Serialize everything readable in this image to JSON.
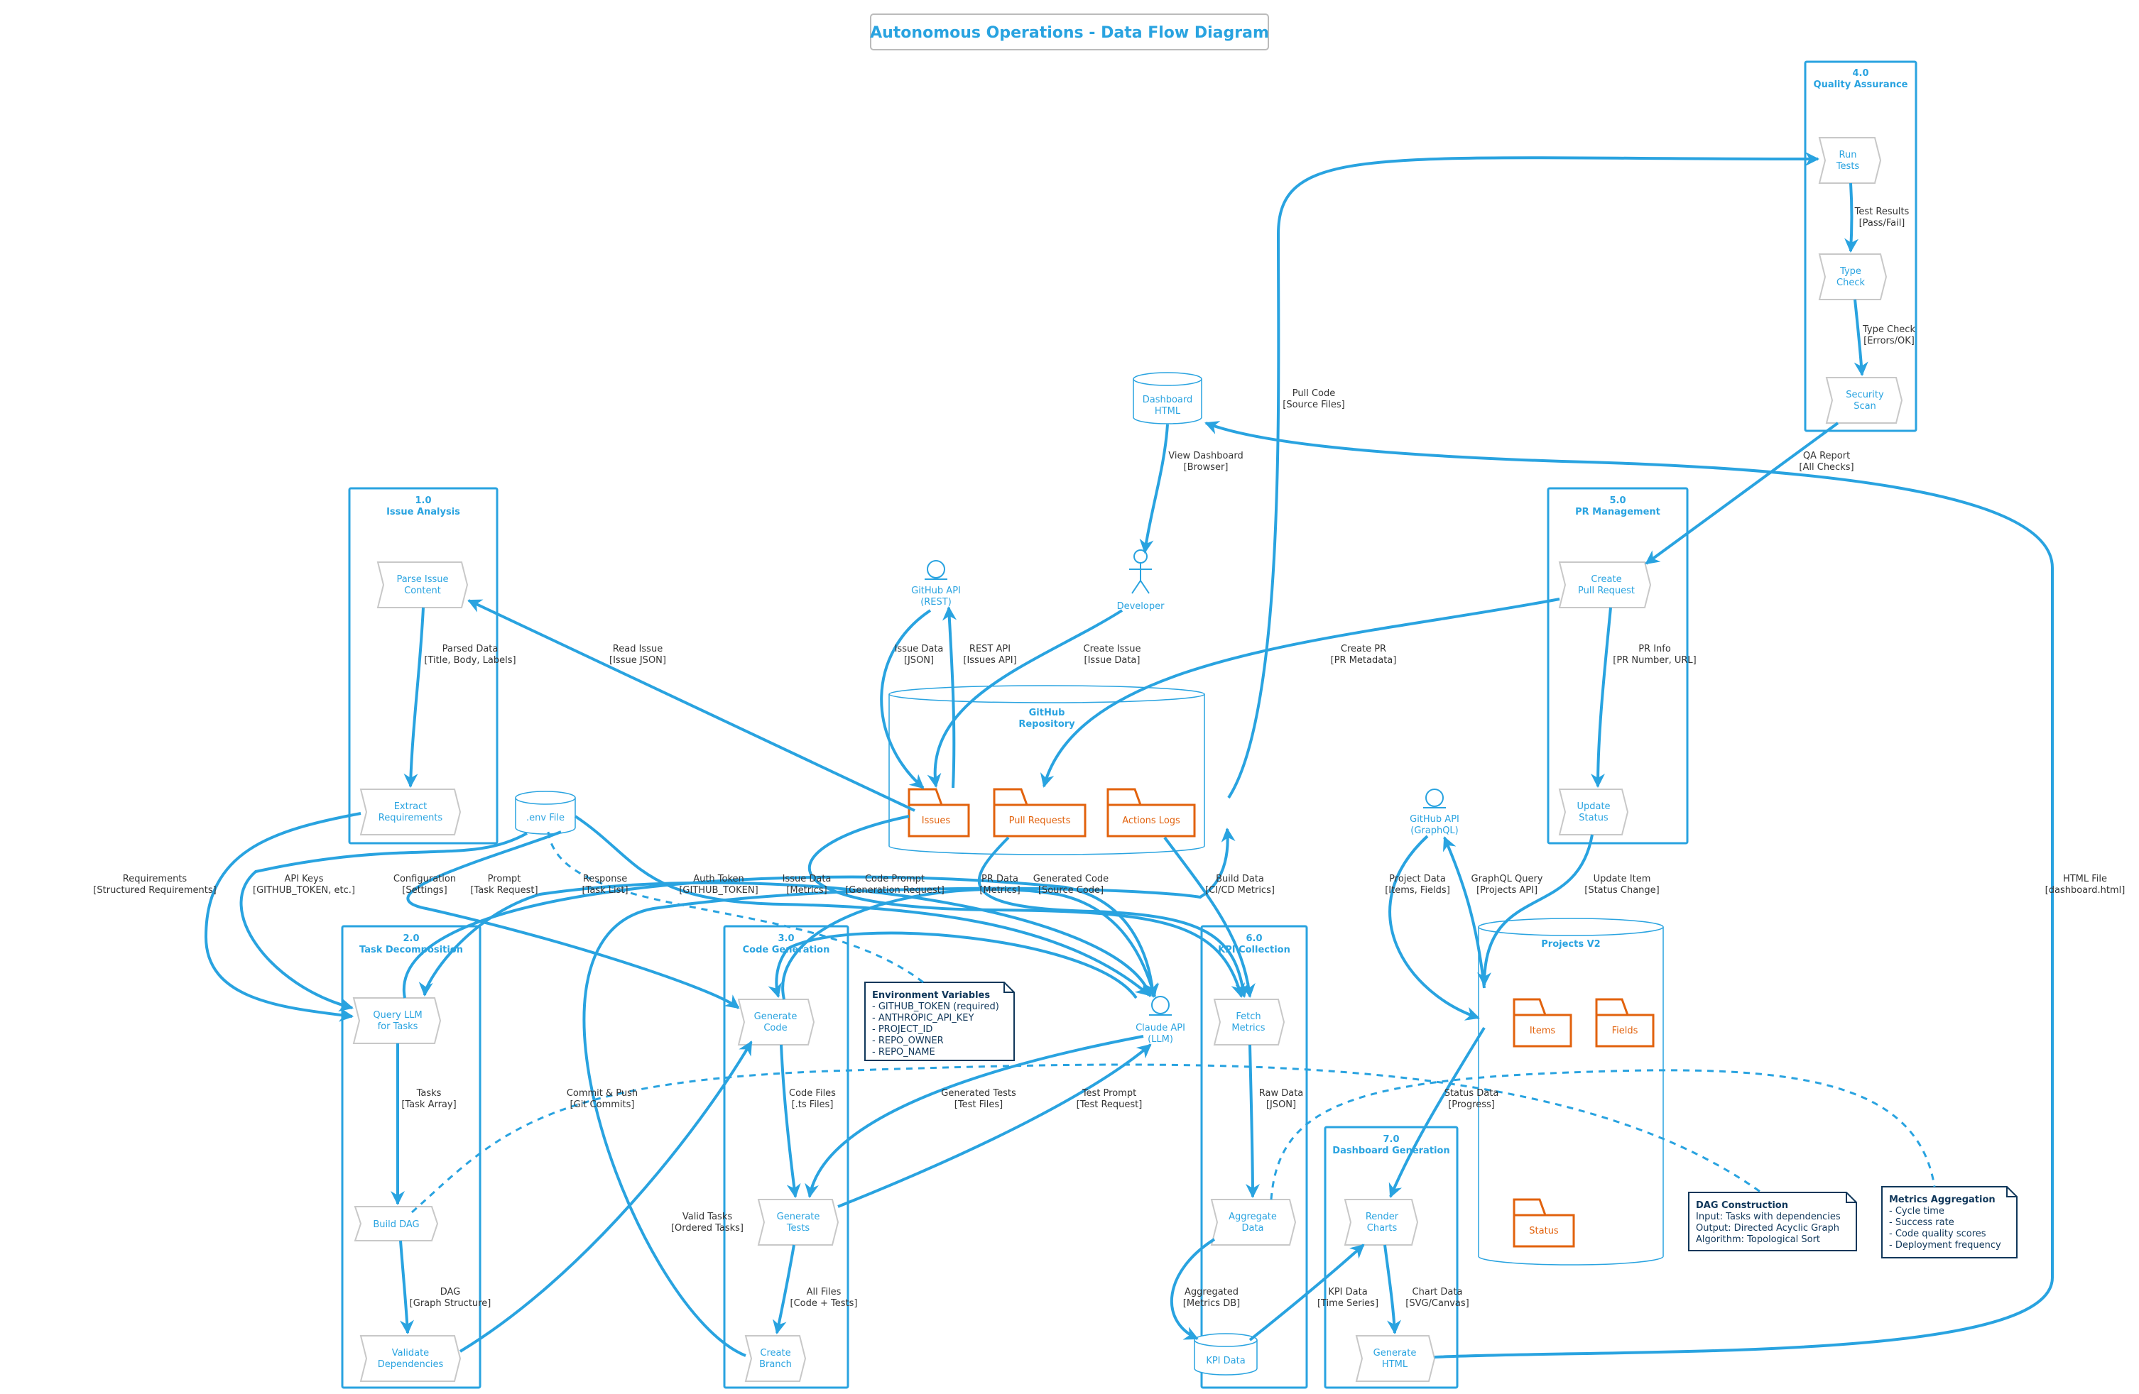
{
  "title": "Autonomous Operations - Data Flow Diagram",
  "groups": {
    "g1": [
      "1.0",
      "Issue Analysis"
    ],
    "g2": [
      "2.0",
      "Task Decomposition"
    ],
    "g3": [
      "3.0",
      "Code Generation"
    ],
    "g4": [
      "4.0",
      "Quality Assurance"
    ],
    "g5": [
      "5.0",
      "PR Management"
    ],
    "g6": [
      "6.0",
      "KPI Collection"
    ],
    "g7": [
      "7.0",
      "Dashboard Generation"
    ]
  },
  "processes": {
    "parse": [
      "Parse Issue",
      "Content"
    ],
    "extract": [
      "Extract",
      "Requirements"
    ],
    "query": [
      "Query LLM",
      "for Tasks"
    ],
    "dag": [
      "Build DAG"
    ],
    "validate": [
      "Validate",
      "Dependencies"
    ],
    "gencode": [
      "Generate",
      "Code"
    ],
    "gentests": [
      "Generate",
      "Tests"
    ],
    "branch": [
      "Create",
      "Branch"
    ],
    "runtests": [
      "Run",
      "Tests"
    ],
    "typecheck": [
      "Type",
      "Check"
    ],
    "security": [
      "Security",
      "Scan"
    ],
    "createpr": [
      "Create",
      "Pull Request"
    ],
    "updstatus": [
      "Update",
      "Status"
    ],
    "fetch": [
      "Fetch",
      "Metrics"
    ],
    "aggregate": [
      "Aggregate",
      "Data"
    ],
    "render": [
      "Render",
      "Charts"
    ],
    "genhtml": [
      "Generate",
      "HTML"
    ]
  },
  "stores": {
    "github_repo": [
      "GitHub",
      "Repository"
    ],
    "projects_v2": [
      "Projects V2"
    ],
    "env_file": [
      ".env File"
    ],
    "dashboard_html": [
      "Dashboard",
      "HTML"
    ],
    "kpi_data": [
      "KPI Data"
    ]
  },
  "folders": {
    "issues": "Issues",
    "pull_requests": "Pull Requests",
    "actions_logs": "Actions Logs",
    "items": "Items",
    "fields": "Fields",
    "status": "Status"
  },
  "actors": {
    "github_rest": [
      "GitHub API",
      "(REST)"
    ],
    "developer": [
      "Developer"
    ],
    "claude": [
      "Claude API",
      "(LLM)"
    ],
    "github_graphql": [
      "GitHub API",
      "(GraphQL)"
    ]
  },
  "flows": {
    "f_read_issue": [
      "Read Issue",
      "[Issue JSON]"
    ],
    "f_parsed": [
      "Parsed Data",
      "[Title, Body, Labels]"
    ],
    "f_issue_data_json": [
      "Issue Data",
      "[JSON]"
    ],
    "f_rest_api": [
      "REST API",
      "[Issues API]"
    ],
    "f_create_issue": [
      "Create Issue",
      "[Issue Data]"
    ],
    "f_view_dash": [
      "View Dashboard",
      "[Browser]"
    ],
    "f_pull_code": [
      "Pull Code",
      "[Source Files]"
    ],
    "f_create_pr": [
      "Create PR",
      "[PR Metadata]"
    ],
    "f_pr_info": [
      "PR Info",
      "[PR Number, URL]"
    ],
    "f_qa_report": [
      "QA Report",
      "[All Checks]"
    ],
    "f_test_results": [
      "Test Results",
      "[Pass/Fail]"
    ],
    "f_type_check": [
      "Type Check",
      "[Errors/OK]"
    ],
    "f_requirements": [
      "Requirements",
      "[Structured Requirements]"
    ],
    "f_api_keys": [
      "API Keys",
      "[GITHUB_TOKEN, etc.]"
    ],
    "f_configuration": [
      "Configuration",
      "[Settings]"
    ],
    "f_prompt": [
      "Prompt",
      "[Task Request]"
    ],
    "f_response": [
      "Response",
      "[Task List]"
    ],
    "f_auth_token": [
      "Auth Token",
      "[GITHUB_TOKEN]"
    ],
    "f_issue_metrics": [
      "Issue Data",
      "[Metrics]"
    ],
    "f_code_prompt": [
      "Code Prompt",
      "[Generation Request]"
    ],
    "f_pr_data": [
      "PR Data",
      "[Metrics]"
    ],
    "f_generated_code": [
      "Generated Code",
      "[Source Code]"
    ],
    "f_build_data": [
      "Build Data",
      "[CI/CD Metrics]"
    ],
    "f_project_data": [
      "Project Data",
      "[Items, Fields]"
    ],
    "f_graphql_query": [
      "GraphQL Query",
      "[Projects API]"
    ],
    "f_update_item": [
      "Update Item",
      "[Status Change]"
    ],
    "f_html_file": [
      "HTML File",
      "[dashboard.html]"
    ],
    "f_tasks": [
      "Tasks",
      "[Task Array]"
    ],
    "f_commit": [
      "Commit & Push",
      "[Git Commits]"
    ],
    "f_code_files": [
      "Code Files",
      "[.ts Files]"
    ],
    "f_gen_tests": [
      "Generated Tests",
      "[Test Files]"
    ],
    "f_test_prompt": [
      "Test Prompt",
      "[Test Request]"
    ],
    "f_raw_data": [
      "Raw Data",
      "[JSON]"
    ],
    "f_status_data": [
      "Status Data",
      "[Progress]"
    ],
    "f_valid_tasks": [
      "Valid Tasks",
      "[Ordered Tasks]"
    ],
    "f_dag": [
      "DAG",
      "[Graph Structure]"
    ],
    "f_all_files": [
      "All Files",
      "[Code + Tests]"
    ],
    "f_aggregated": [
      "Aggregated",
      "[Metrics DB]"
    ],
    "f_kpi_ts": [
      "KPI Data",
      "[Time Series]"
    ],
    "f_chart_data": [
      "Chart Data",
      "[SVG/Canvas]"
    ]
  },
  "notes": {
    "env": {
      "title": "Environment Variables",
      "lines": [
        "- GITHUB_TOKEN (required)",
        "- ANTHROPIC_API_KEY",
        "- PROJECT_ID",
        "- REPO_OWNER",
        "- REPO_NAME"
      ]
    },
    "dag": {
      "title": "DAG Construction",
      "lines": [
        "Input: Tasks with dependencies",
        "Output: Directed Acyclic Graph",
        "Algorithm: Topological Sort"
      ]
    },
    "metrics": {
      "title": "Metrics Aggregation",
      "lines": [
        "- Cycle time",
        "- Success rate",
        "- Code quality scores",
        "- Deployment frequency"
      ]
    }
  },
  "colors": {
    "accent": "#29a3e0",
    "folder": "#e2620d",
    "note_text": "#10375a",
    "label_text": "#333333"
  }
}
